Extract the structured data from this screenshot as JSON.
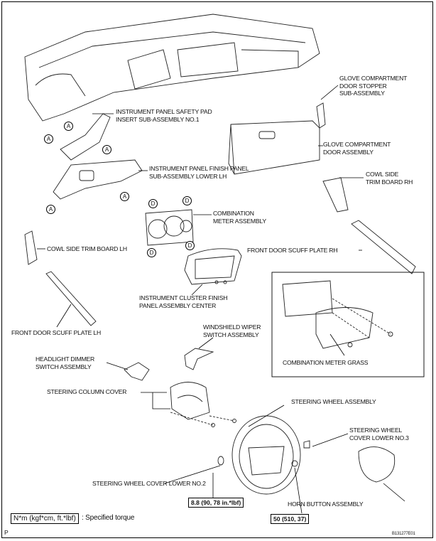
{
  "labels": {
    "stopper": [
      "GLOVE COMPARTMENT",
      "DOOR STOPPER",
      "SUB-ASSEMBLY"
    ],
    "safety_pad": [
      "INSTRUMENT PANEL SAFETY PAD",
      "INSERT SUB-ASSEMBLY NO.1"
    ],
    "glove_door": [
      "GLOVE COMPARTMENT",
      "DOOR ASSEMBLY"
    ],
    "finish_panel": [
      "INSTRUMENT PANEL FINISH PANEL",
      "SUB-ASSEMBLY LOWER LH"
    ],
    "cowl_rh": [
      "COWL SIDE",
      "TRIM BOARD RH"
    ],
    "meter": [
      "COMBINATION",
      "METER ASSEMBLY"
    ],
    "cowl_lh": "COWL SIDE TRIM BOARD LH",
    "scuff_rh": "FRONT DOOR SCUFF PLATE RH",
    "cluster_panel": [
      "INSTRUMENT CLUSTER FINISH",
      "PANEL ASSEMBLY CENTER"
    ],
    "scuff_lh": "FRONT DOOR SCUFF PLATE LH",
    "wiper": [
      "WINDSHIELD WIPER",
      "SWITCH ASSEMBLY"
    ],
    "dimmer": [
      "HEADLIGHT DIMMER",
      "SWITCH ASSEMBLY"
    ],
    "meter_glass": "COMBINATION METER GRASS",
    "column_cover": "STEERING COLUMN COVER",
    "wheel": "STEERING WHEEL ASSEMBLY",
    "cover_no3": [
      "STEERING WHEEL",
      "COVER LOWER NO.3"
    ],
    "cover_no2": "STEERING WHEEL COVER LOWER NO.2",
    "horn": "HORN BUTTON ASSEMBLY"
  },
  "torques": {
    "wheel_screw": "8.8 (90, 78 in.*lbf)",
    "wheel_nut": "50 (510, 37)"
  },
  "legend": {
    "unit": "N*m (kgf*cm, ft.*lbf)",
    "text": ": Specified torque"
  },
  "markers": {
    "a": "A",
    "d": "D"
  },
  "footer": {
    "left": "P",
    "code": "B131277E01"
  }
}
